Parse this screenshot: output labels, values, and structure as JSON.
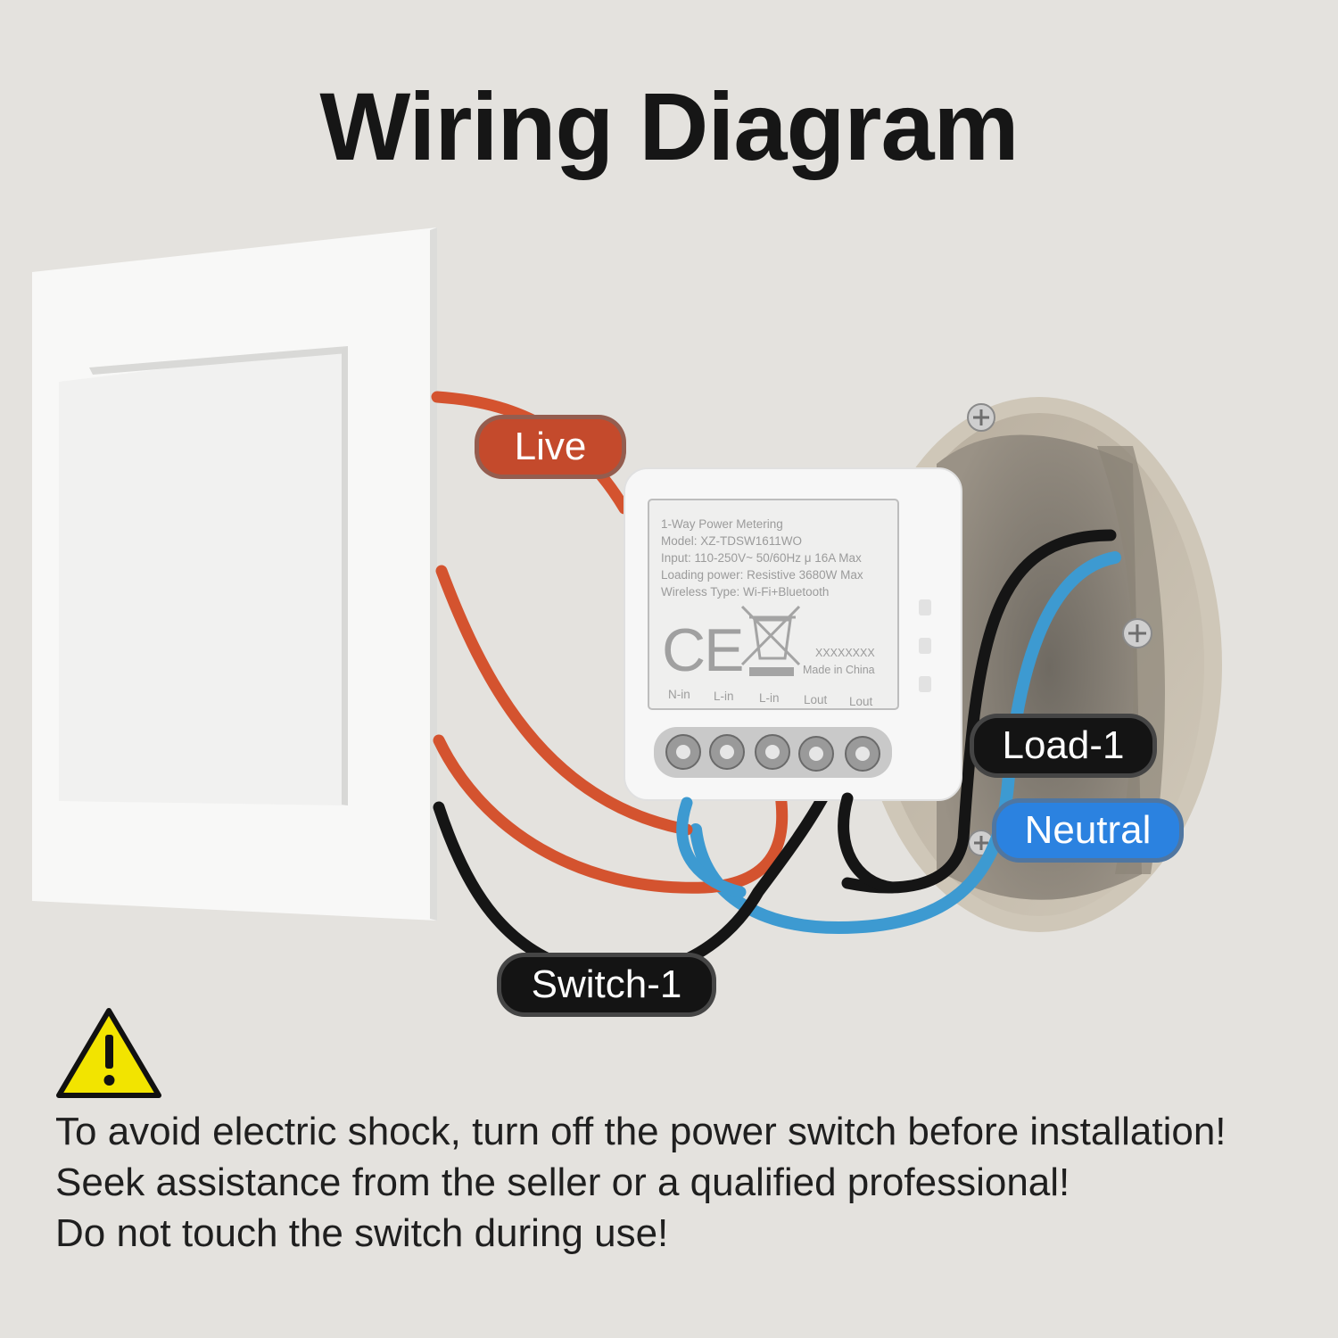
{
  "title": "Wiring Diagram",
  "colors": {
    "live": "#c44a2c",
    "neutral": "#2b82e0",
    "load": "#141414",
    "switch": "#141414",
    "wire_red": "#d4532f",
    "wire_blue": "#3d9ad1",
    "wire_black": "#151515"
  },
  "labels": {
    "live": "Live",
    "load": "Load-1",
    "neutral": "Neutral",
    "switch": "Switch-1"
  },
  "device": {
    "lines": [
      "1-Way Power Metering",
      "Model: XZ-TDSW1611WO",
      "Input: 110-250V~ 50/60Hz μ 16A Max",
      "Loading power: Resistive 3680W Max",
      "Wireless Type: Wi-Fi+Bluetooth"
    ],
    "ce_mark": "CE",
    "serial": "XXXXXXXX",
    "origin": "Made in China",
    "terminals": [
      "N-in",
      "L-in",
      "L-in",
      "Lout",
      "Lout"
    ]
  },
  "warning": {
    "icon": "warning-triangle-icon",
    "lines": [
      "To avoid electric shock, turn off the power switch before installation!",
      "Seek assistance from the seller or a qualified professional!",
      "Do not touch the switch during use!"
    ]
  }
}
